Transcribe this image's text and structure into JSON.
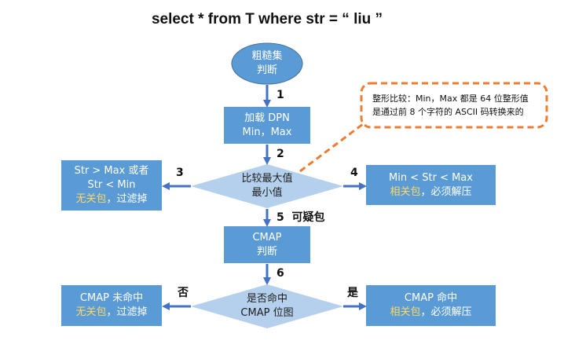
{
  "title": "select * from T where str =  “ liu ”",
  "nodes": {
    "rough_set": {
      "line1": "粗糙集",
      "line2": "判断"
    },
    "load_dpn": {
      "line1": "加载 DPN",
      "line2": "Min，Max"
    },
    "compare": {
      "line1": "比较最大值",
      "line2": "最小值"
    },
    "left_discard": {
      "line1": "Str > Max 或者",
      "line2": "Str < Min",
      "line3_highlight": "无关包",
      "line3_rest": "，过滤掉"
    },
    "right_decompress": {
      "line1": "Min < Str < Max",
      "line2_highlight": "相关包",
      "line2_rest": "，必须解压"
    },
    "cmap": {
      "line1": "CMAP",
      "line2": "判断"
    },
    "cmap_check": {
      "line1": "是否命中",
      "line2": "CMAP 位图"
    },
    "cmap_miss": {
      "line1": "CMAP 未命中",
      "line2_highlight": "无关包",
      "line2_rest": "，过滤掉"
    },
    "cmap_hit": {
      "line1": "CMAP 命中",
      "line2_highlight": "相关包",
      "line2_rest": "，必须解压"
    }
  },
  "step_labels": {
    "s1": "1",
    "s2": "2",
    "s3": "3",
    "s4": "4",
    "s5": "5",
    "s5_text": "可疑包",
    "s6": "6",
    "no": "否",
    "yes": "是"
  },
  "note": {
    "line1": "整形比较：Min，Max 都是 64 位整形值",
    "line2": "是通过前 8 个字符的 ASCII 码转换来的"
  },
  "colors": {
    "box": "#5b9bd5",
    "diamond": "#b4d0ec",
    "arrow": "#4472c4",
    "callout": "#ed7d31",
    "highlight": "#ffd966"
  }
}
